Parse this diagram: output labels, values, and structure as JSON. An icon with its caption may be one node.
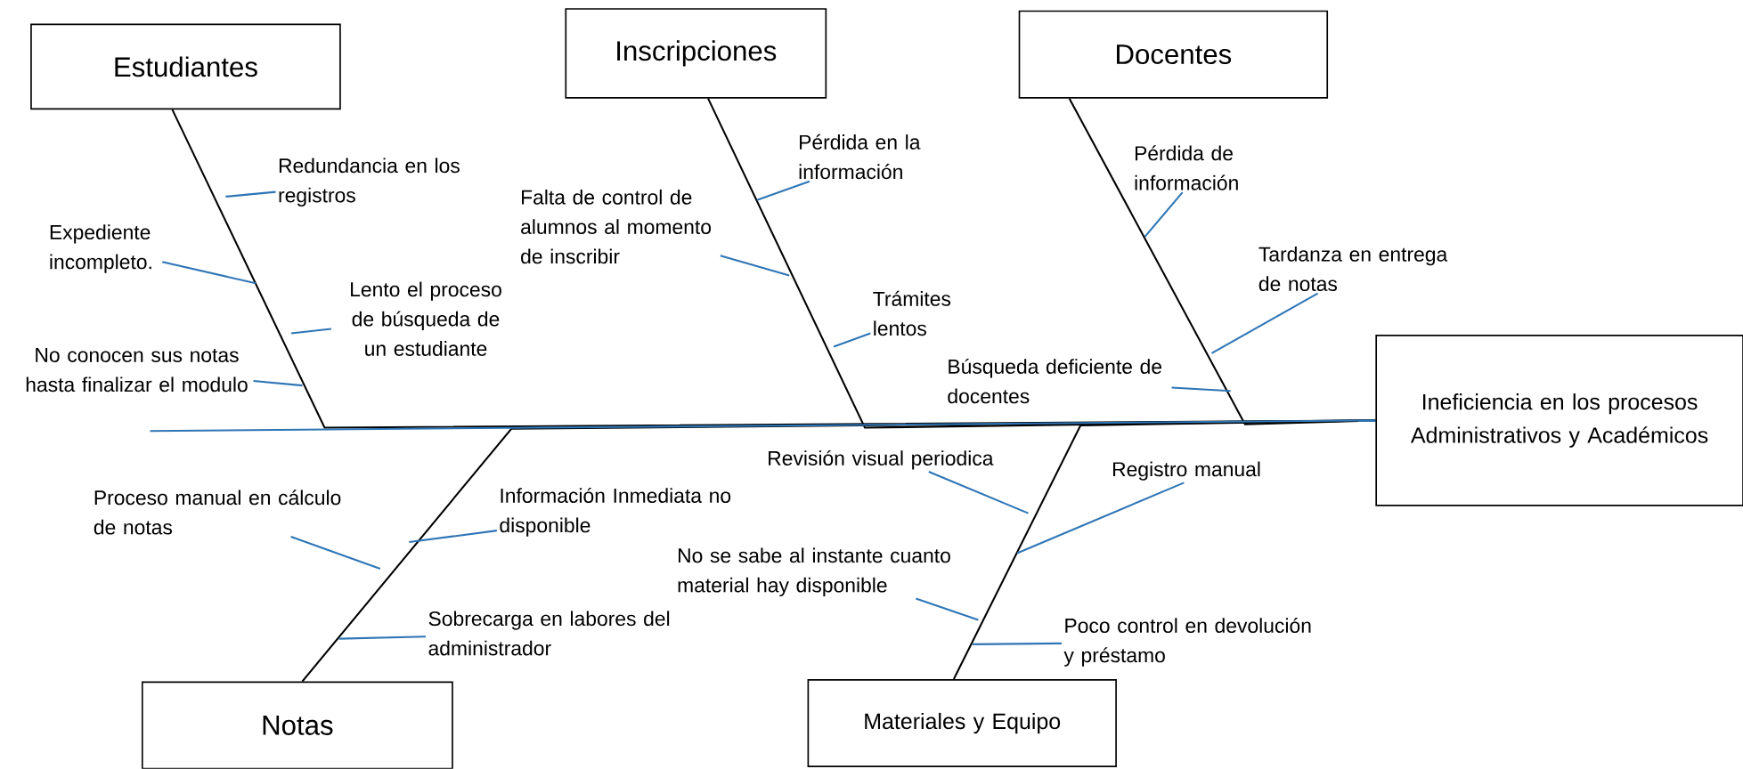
{
  "diagram": {
    "nodes": [
      {
        "text": [
          "Estudiantes"
        ]
      },
      {
        "text": [
          "Inscripciones"
        ]
      },
      {
        "text": [
          "Docentes"
        ]
      },
      {
        "text": [
          "Ineficiencia en los procesos Administrativos y Académicos"
        ]
      },
      {
        "text": [
          "Notas"
        ]
      },
      {
        "text": [
          "Materiales y Equipo"
        ]
      },
      {
        "text": [
          "Redundancia en los registros"
        ]
      },
      {
        "text": [
          "Expediente incompleto."
        ]
      },
      {
        "text": [
          "Lento el proceso de búsqueda de un estudiante"
        ]
      },
      {
        "text": [
          "No conocen sus notas hasta finalizar el modulo"
        ]
      },
      {
        "text": [
          "Pérdida en la información"
        ]
      },
      {
        "text": [
          "Falta de control de alumnos al momento de inscribir"
        ]
      },
      {
        "text": [
          "Trámites lentos"
        ]
      },
      {
        "text": [
          "Pérdida de información"
        ]
      },
      {
        "text": [
          "Tardanza en entrega de notas"
        ]
      },
      {
        "text": [
          "Búsqueda deficiente de docentes"
        ]
      },
      {
        "text": [
          "Proceso manual en cálculo de notas"
        ]
      },
      {
        "text": [
          "Información Inmediata no disponible"
        ]
      },
      {
        "text": [
          "Sobrecarga en labores del administrador"
        ]
      },
      {
        "text": [
          "Revisión visual periodica"
        ]
      },
      {
        "text": [
          "Registro manual"
        ]
      },
      {
        "text": [
          "No se sabe al instante cuanto material hay disponible"
        ]
      },
      {
        "text": [
          "Poco control en devolución y préstamo"
        ]
      }
    ],
    "edges": [
      {
        "from": 0,
        "to": 3,
        "arrow": "none",
        "color": "#000000"
      },
      {
        "from": 1,
        "to": 3,
        "arrow": "none",
        "color": "#000000"
      },
      {
        "from": 2,
        "to": 3,
        "arrow": "none",
        "color": "#000000"
      },
      {
        "from": 4,
        "to": 3,
        "arrow": "none",
        "color": "#000000"
      },
      {
        "from": 5,
        "to": 3,
        "arrow": "none",
        "color": "#000000"
      },
      {
        "from": null,
        "to": 3,
        "arrow": "none"
      },
      {
        "from": 6,
        "to": null,
        "arrow": "none"
      },
      {
        "from": 7,
        "to": null,
        "arrow": "none"
      },
      {
        "from": 8,
        "to": null,
        "arrow": "none"
      },
      {
        "from": 9,
        "to": null,
        "arrow": "none"
      },
      {
        "from": 10,
        "to": null,
        "arrow": "none"
      },
      {
        "from": 11,
        "to": null,
        "arrow": "none"
      },
      {
        "from": 12,
        "to": null,
        "arrow": "none"
      },
      {
        "from": 13,
        "to": null,
        "arrow": "none"
      },
      {
        "from": 14,
        "to": null,
        "arrow": "none"
      },
      {
        "from": 15,
        "to": null,
        "arrow": "none"
      },
      {
        "from": 16,
        "to": null,
        "arrow": "none"
      },
      {
        "from": 17,
        "to": null,
        "arrow": "none"
      },
      {
        "from": 18,
        "to": null,
        "arrow": "none"
      },
      {
        "from": 19,
        "to": null,
        "arrow": "none"
      },
      {
        "from": 20,
        "to": null,
        "arrow": "none"
      },
      {
        "from": 21,
        "to": null,
        "arrow": "none"
      },
      {
        "from": 22,
        "to": null,
        "arrow": "none"
      }
    ]
  }
}
